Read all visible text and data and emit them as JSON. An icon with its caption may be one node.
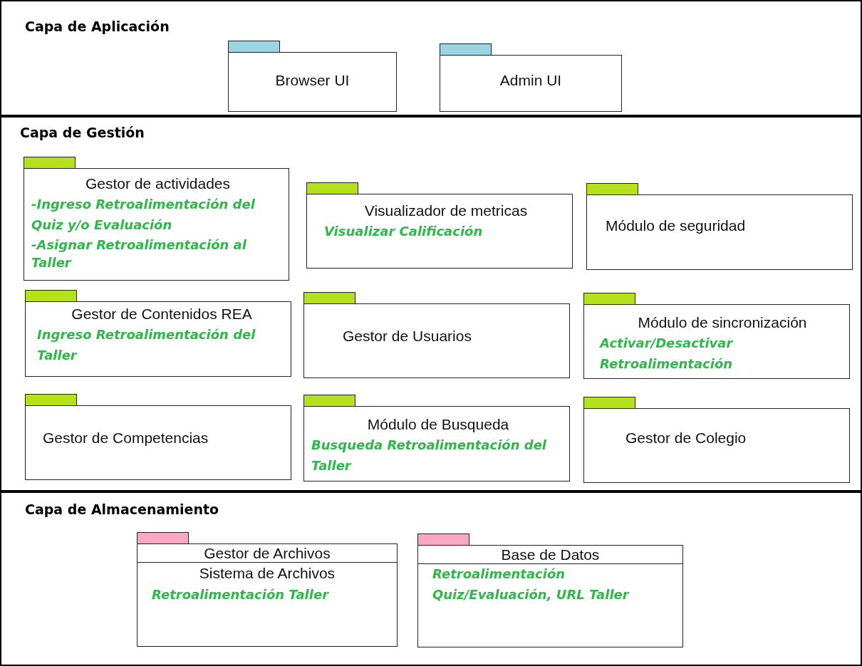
{
  "diagram": {
    "nodes": [
      {
        "text": [
          "Capa de Aplicación"
        ]
      },
      {
        "text": [
          "Browser UI"
        ],
        "in": 0
      },
      {
        "text": [
          "Admin UI"
        ],
        "in": 0
      },
      {
        "text": [
          "Capa de Gestión"
        ]
      },
      {
        "text": [
          "Gestor de actividades",
          "-Ingreso Retroalimentación del Quiz y/o Evaluación",
          "-Asignar Retroalimentación al Taller"
        ],
        "in": 3
      },
      {
        "text": [
          "Visualizador de metricas",
          "Visualizar Calificación"
        ],
        "in": 3
      },
      {
        "text": [
          "Módulo de seguridad"
        ],
        "in": 3
      },
      {
        "text": [
          "Gestor de Contenidos REA",
          "Ingreso Retroalimentación del Taller"
        ],
        "in": 3
      },
      {
        "text": [
          "Gestor de Usuarios"
        ],
        "in": 3
      },
      {
        "text": [
          "Módulo de sincronización",
          "Activar/Desactivar Retroalimentación"
        ],
        "in": 3
      },
      {
        "text": [
          "Gestor de Competencias"
        ],
        "in": 3
      },
      {
        "text": [
          "Módulo de Busqueda",
          "Busqueda Retroalimentación del Taller"
        ],
        "in": 3
      },
      {
        "text": [
          "Gestor de Colegio"
        ],
        "in": 3
      },
      {
        "text": [
          "Capa de Almacenamiento"
        ]
      },
      {
        "text": [
          "Gestor de Archivos",
          "Sistema de Archivos",
          "Retroalimentación Taller"
        ],
        "in": 13
      },
      {
        "text": [
          "Base de Datos",
          "Retroalimentación Quiz/Evaluación, URL Taller"
        ],
        "in": 13
      }
    ],
    "edges": []
  }
}
